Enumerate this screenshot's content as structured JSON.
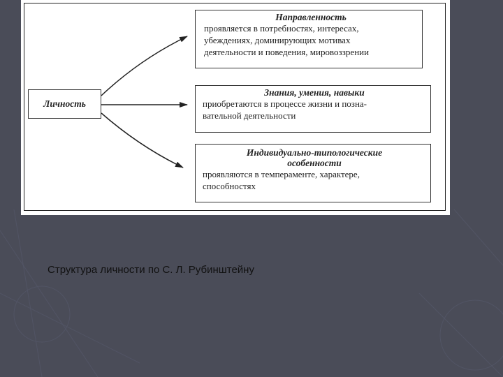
{
  "diagram": {
    "center_label": "Личность",
    "boxes": [
      {
        "title": "Направленность",
        "text": "проявляется в потребностях, интересах,\nубеждениях, доминирующих мотивах\nдеятельности и поведения, мировоззрении"
      },
      {
        "title": "Знания, умения, навыки",
        "text": "приобретаются в процессе жизни и позна-\nвательной деятельности"
      },
      {
        "title": "Индивидуально-типологические\nособенности",
        "text": "проявляются в темпераменте, характере,\nспособностях"
      }
    ]
  },
  "caption": {
    "emphasis": "Структура личности",
    "rest": " по С. Л. Рубинштейну"
  }
}
